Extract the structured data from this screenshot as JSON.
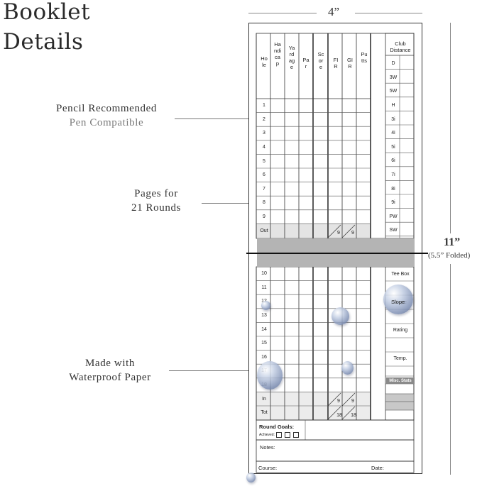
{
  "heading": {
    "line1": "Booklet",
    "line2": "Details"
  },
  "callouts": {
    "pencil_recommended": "Pencil Recommended",
    "pen_compatible": "Pen Compatible",
    "pages_line1": "Pages for",
    "pages_line2": "21 Rounds",
    "made_line1": "Made with",
    "made_line2": "Waterproof Paper"
  },
  "dimensions": {
    "width": "4”",
    "height": "11”",
    "folded": "(5.5” Folded)"
  },
  "card": {
    "columns": [
      "Hole",
      "Handicap",
      "Yardage",
      "Par",
      "Score",
      "FIR",
      "GIR",
      "Putts"
    ],
    "club_header": "Club Distance",
    "front_holes": [
      "1",
      "2",
      "3",
      "4",
      "5",
      "6",
      "7",
      "8",
      "9",
      "Out"
    ],
    "back_holes": [
      "10",
      "11",
      "12",
      "13",
      "14",
      "15",
      "16",
      "17",
      "18",
      "In",
      "Tot"
    ],
    "clubs": [
      "D",
      "3W",
      "5W",
      "H",
      "3i",
      "4i",
      "5i",
      "6i",
      "7i",
      "8i",
      "9i",
      "PW",
      "SW"
    ],
    "out_fir": "9",
    "out_gir": "9",
    "in_fir": "9",
    "in_gir": "9",
    "tot_fir": "18",
    "tot_gir": "18",
    "stats": [
      "Tee Box",
      "Slope",
      "Rating",
      "Temp."
    ],
    "misc_stats": "Misc. Stats",
    "round_goals": "Round Goals:",
    "achieved": "Achieved:",
    "notes": "Notes:",
    "course": "Course:",
    "date": "Date:"
  },
  "colors": {
    "fold_band": "#b4b4b4",
    "drop": "#7f90b4"
  }
}
